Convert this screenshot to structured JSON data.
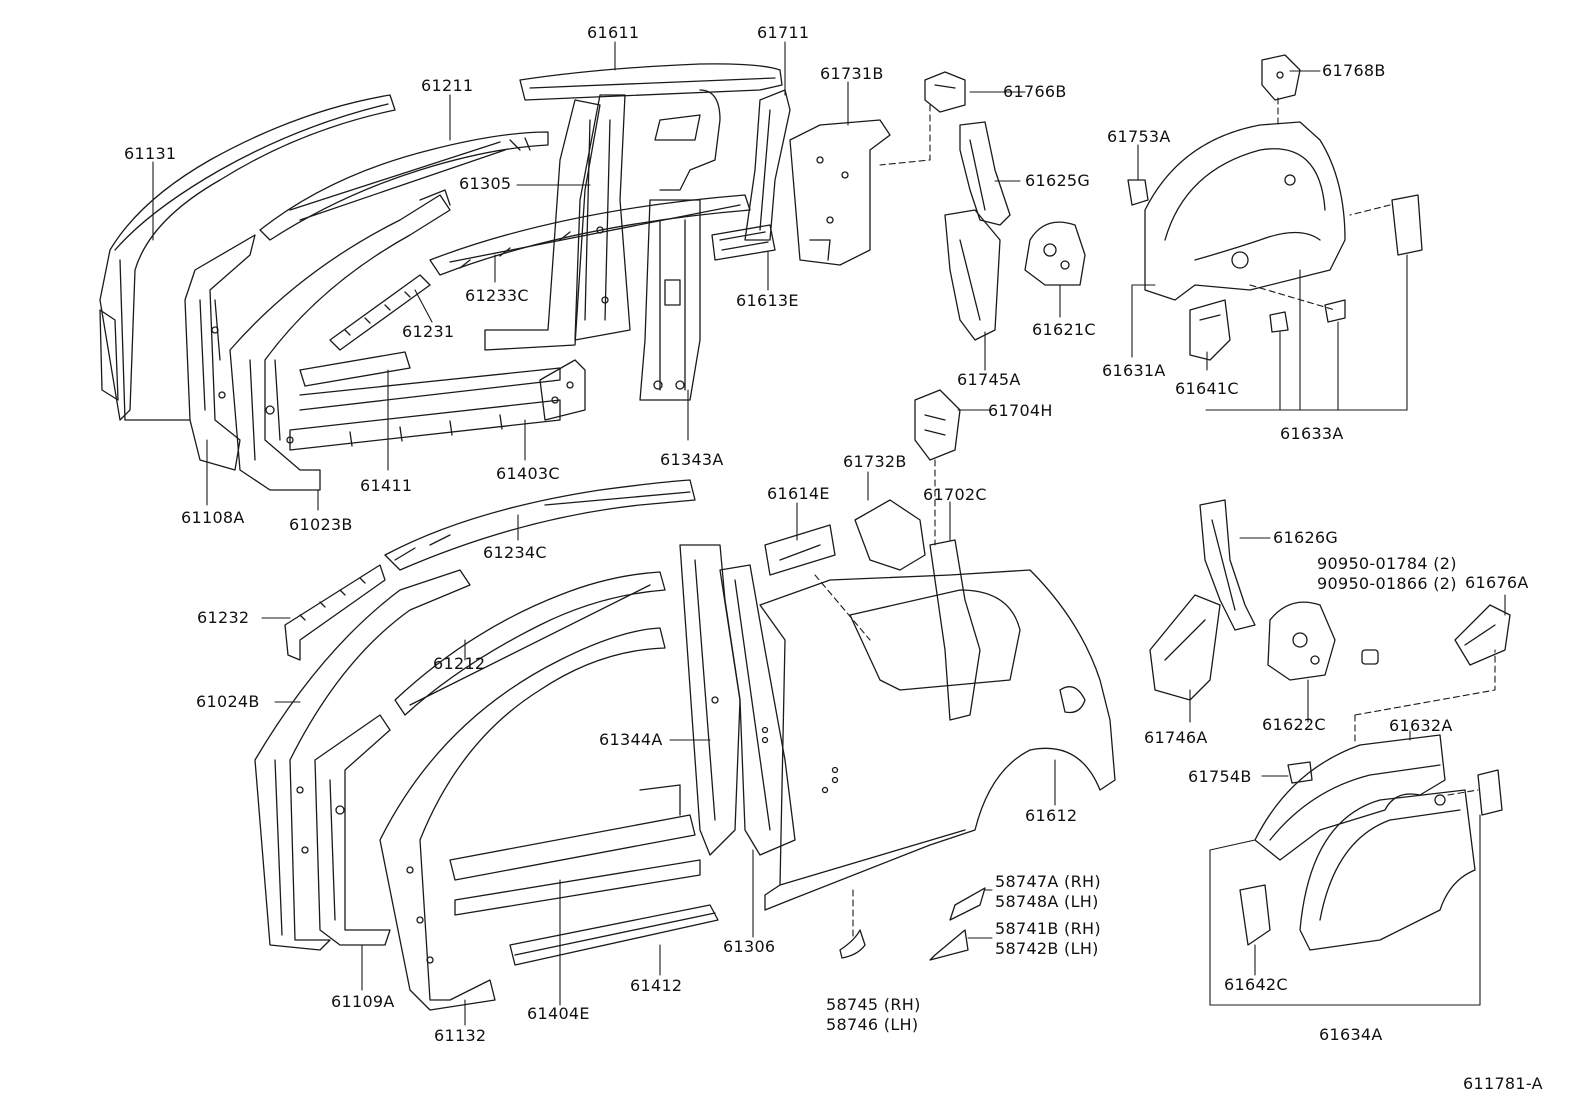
{
  "diagram_id": "611781-A",
  "colors": {
    "line": "#1a1a1a",
    "background": "#ffffff"
  },
  "labels": {
    "p61611": "61611",
    "p61711": "61711",
    "p61731B": "61731B",
    "p61766B": "61766B",
    "p61768B": "61768B",
    "p61211": "61211",
    "p61131": "61131",
    "p61305": "61305",
    "p61625G": "61625G",
    "p61753A": "61753A",
    "p61233C": "61233C",
    "p61613E": "61613E",
    "p61231": "61231",
    "p61621C": "61621C",
    "p61745A": "61745A",
    "p61631A": "61631A",
    "p61641C": "61641C",
    "p61633A": "61633A",
    "p61704H": "61704H",
    "p61343A": "61343A",
    "p61403C": "61403C",
    "p61411": "61411",
    "p61108A": "61108A",
    "p61023B": "61023B",
    "p61732B": "61732B",
    "p61614E": "61614E",
    "p61702C": "61702C",
    "p61234C": "61234C",
    "p61626G": "61626G",
    "p90950_01784": "90950-01784 (2)",
    "p90950_01866": "90950-01866 (2)",
    "p61676A": "61676A",
    "p61232": "61232",
    "p61212": "61212",
    "p61024B": "61024B",
    "p61746A": "61746A",
    "p61622C": "61622C",
    "p61632A": "61632A",
    "p61344A": "61344A",
    "p61754B": "61754B",
    "p61612": "61612",
    "p58747A": "58747A (RH)",
    "p58748A": "58748A (LH)",
    "p58741B": "58741B (RH)",
    "p58742B": "58742B (LH)",
    "p61306": "61306",
    "p61412": "61412",
    "p61109A": "61109A",
    "p61404E": "61404E",
    "p61132": "61132",
    "p58745": "58745 (RH)",
    "p58746": "58746 (LH)",
    "p61642C": "61642C",
    "p61634A": "61634A",
    "p611781A": "611781-A"
  }
}
